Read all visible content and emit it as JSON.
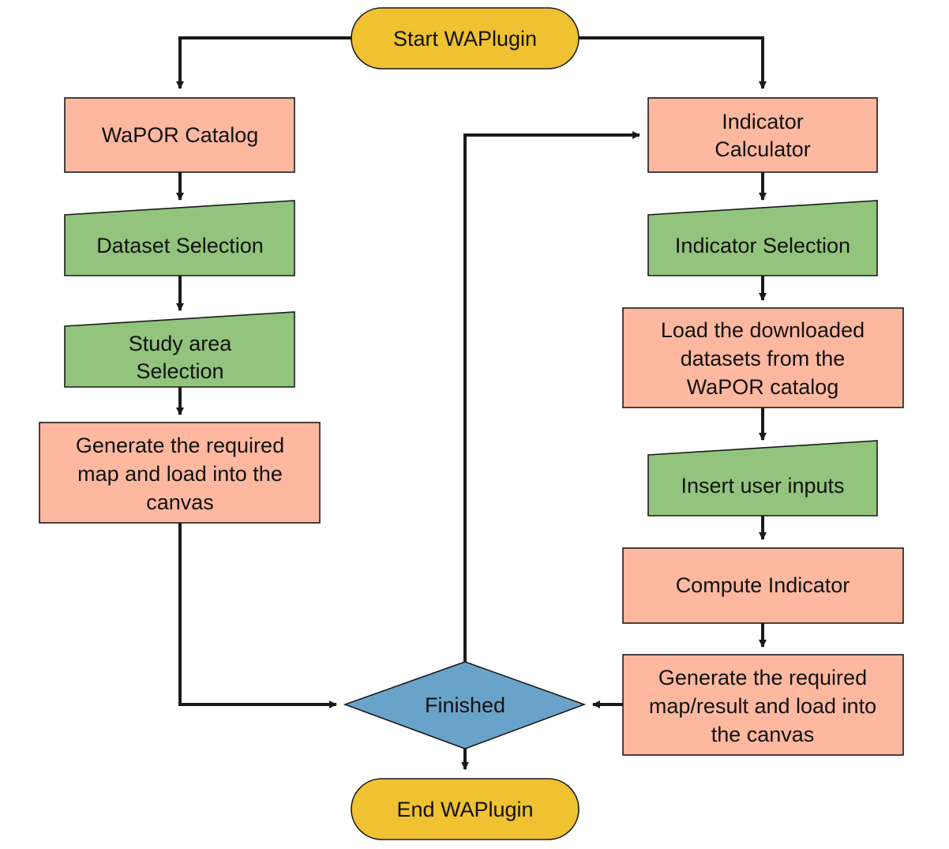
{
  "colors": {
    "terminal": "#f0c232",
    "process": "#ffb8a0",
    "input": "#92c47d",
    "decision": "#6aa3c9"
  },
  "nodes": {
    "start": {
      "lines": [
        "Start WAPlugin"
      ]
    },
    "wapor_catalog": {
      "lines": [
        "WaPOR Catalog"
      ]
    },
    "dataset_selection": {
      "lines": [
        "Dataset Selection"
      ]
    },
    "study_area": {
      "lines": [
        "Study area",
        "Selection"
      ]
    },
    "generate_map": {
      "lines": [
        "Generate the required",
        "map and load into the",
        "canvas"
      ]
    },
    "indicator_calculator": {
      "lines": [
        "Indicator",
        "Calculator"
      ]
    },
    "indicator_selection": {
      "lines": [
        "Indicator Selection"
      ]
    },
    "load_datasets": {
      "lines": [
        "Load the downloaded",
        "datasets from the",
        "WaPOR catalog"
      ]
    },
    "insert_inputs": {
      "lines": [
        "Insert user inputs"
      ]
    },
    "compute_indicator": {
      "lines": [
        "Compute Indicator"
      ]
    },
    "generate_result": {
      "lines": [
        "Generate the required",
        "map/result and load into",
        "the canvas"
      ]
    },
    "finished": {
      "lines": [
        "Finished"
      ]
    },
    "end": {
      "lines": [
        "End WAPlugin"
      ]
    }
  }
}
